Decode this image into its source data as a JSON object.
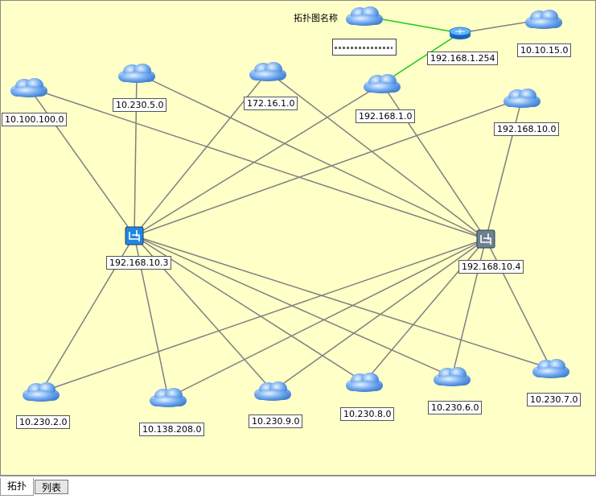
{
  "diagram": {
    "title": "拓扑图名称",
    "colors": {
      "background": "#ffffc8",
      "link": "#808080",
      "uplink": "#22cc22",
      "cloud": "#6fa8f0",
      "switch_a": "#1e88e5",
      "switch_b": "#6d8193"
    },
    "nodes": [
      {
        "id": "sw1",
        "type": "switch-icon",
        "label": "192.168.10.3"
      },
      {
        "id": "sw2",
        "type": "switch-icon",
        "label": "192.168.10.4"
      },
      {
        "id": "rt",
        "type": "router-icon",
        "label": "192.168.1.254"
      },
      {
        "id": "cTop",
        "type": "cloud-icon",
        "label": ""
      },
      {
        "id": "c10_10_15",
        "type": "cloud-icon",
        "label": "10.10.15.0"
      },
      {
        "id": "c10_100_100",
        "type": "cloud-icon",
        "label": "10.100.100.0"
      },
      {
        "id": "c10_230_5",
        "type": "cloud-icon",
        "label": "10.230.5.0"
      },
      {
        "id": "c172_16_1",
        "type": "cloud-icon",
        "label": "172.16.1.0"
      },
      {
        "id": "c192_168_1",
        "type": "cloud-icon",
        "label": "192.168.1.0"
      },
      {
        "id": "c192_168_10",
        "type": "cloud-icon",
        "label": "192.168.10.0"
      },
      {
        "id": "c10_230_2",
        "type": "cloud-icon",
        "label": "10.230.2.0"
      },
      {
        "id": "c10_138_208",
        "type": "cloud-icon",
        "label": "10.138.208.0"
      },
      {
        "id": "c10_230_9",
        "type": "cloud-icon",
        "label": "10.230.9.0"
      },
      {
        "id": "c10_230_8",
        "type": "cloud-icon",
        "label": "10.230.8.0"
      },
      {
        "id": "c10_230_6",
        "type": "cloud-icon",
        "label": "10.230.6.0"
      },
      {
        "id": "c10_230_7",
        "type": "cloud-icon",
        "label": "10.230.7.0"
      }
    ],
    "links": [
      {
        "from": "cTop",
        "to": "rt",
        "kind": "uplink"
      },
      {
        "from": "rt",
        "to": "c10_10_15",
        "kind": "normal"
      },
      {
        "from": "rt",
        "to": "c192_168_1",
        "kind": "uplink"
      },
      {
        "from": "sw1",
        "to": "c10_100_100",
        "kind": "normal"
      },
      {
        "from": "sw1",
        "to": "c10_230_5",
        "kind": "normal"
      },
      {
        "from": "sw1",
        "to": "c172_16_1",
        "kind": "normal"
      },
      {
        "from": "sw1",
        "to": "c192_168_1",
        "kind": "normal"
      },
      {
        "from": "sw1",
        "to": "c192_168_10",
        "kind": "normal"
      },
      {
        "from": "sw1",
        "to": "c10_230_2",
        "kind": "normal"
      },
      {
        "from": "sw1",
        "to": "c10_138_208",
        "kind": "normal"
      },
      {
        "from": "sw1",
        "to": "c10_230_9",
        "kind": "normal"
      },
      {
        "from": "sw1",
        "to": "c10_230_8",
        "kind": "normal"
      },
      {
        "from": "sw1",
        "to": "c10_230_6",
        "kind": "normal"
      },
      {
        "from": "sw1",
        "to": "c10_230_7",
        "kind": "normal"
      },
      {
        "from": "sw2",
        "to": "c10_100_100",
        "kind": "normal"
      },
      {
        "from": "sw2",
        "to": "c10_230_5",
        "kind": "normal"
      },
      {
        "from": "sw2",
        "to": "c172_16_1",
        "kind": "normal"
      },
      {
        "from": "sw2",
        "to": "c192_168_1",
        "kind": "normal"
      },
      {
        "from": "sw2",
        "to": "c192_168_10",
        "kind": "normal"
      },
      {
        "from": "sw2",
        "to": "c10_230_2",
        "kind": "normal"
      },
      {
        "from": "sw2",
        "to": "c10_138_208",
        "kind": "normal"
      },
      {
        "from": "sw2",
        "to": "c10_230_9",
        "kind": "normal"
      },
      {
        "from": "sw2",
        "to": "c10_230_8",
        "kind": "normal"
      },
      {
        "from": "sw2",
        "to": "c10_230_6",
        "kind": "normal"
      },
      {
        "from": "sw2",
        "to": "c10_230_7",
        "kind": "normal"
      }
    ]
  },
  "tabs": {
    "topology": "拓扑",
    "list": "列表"
  }
}
